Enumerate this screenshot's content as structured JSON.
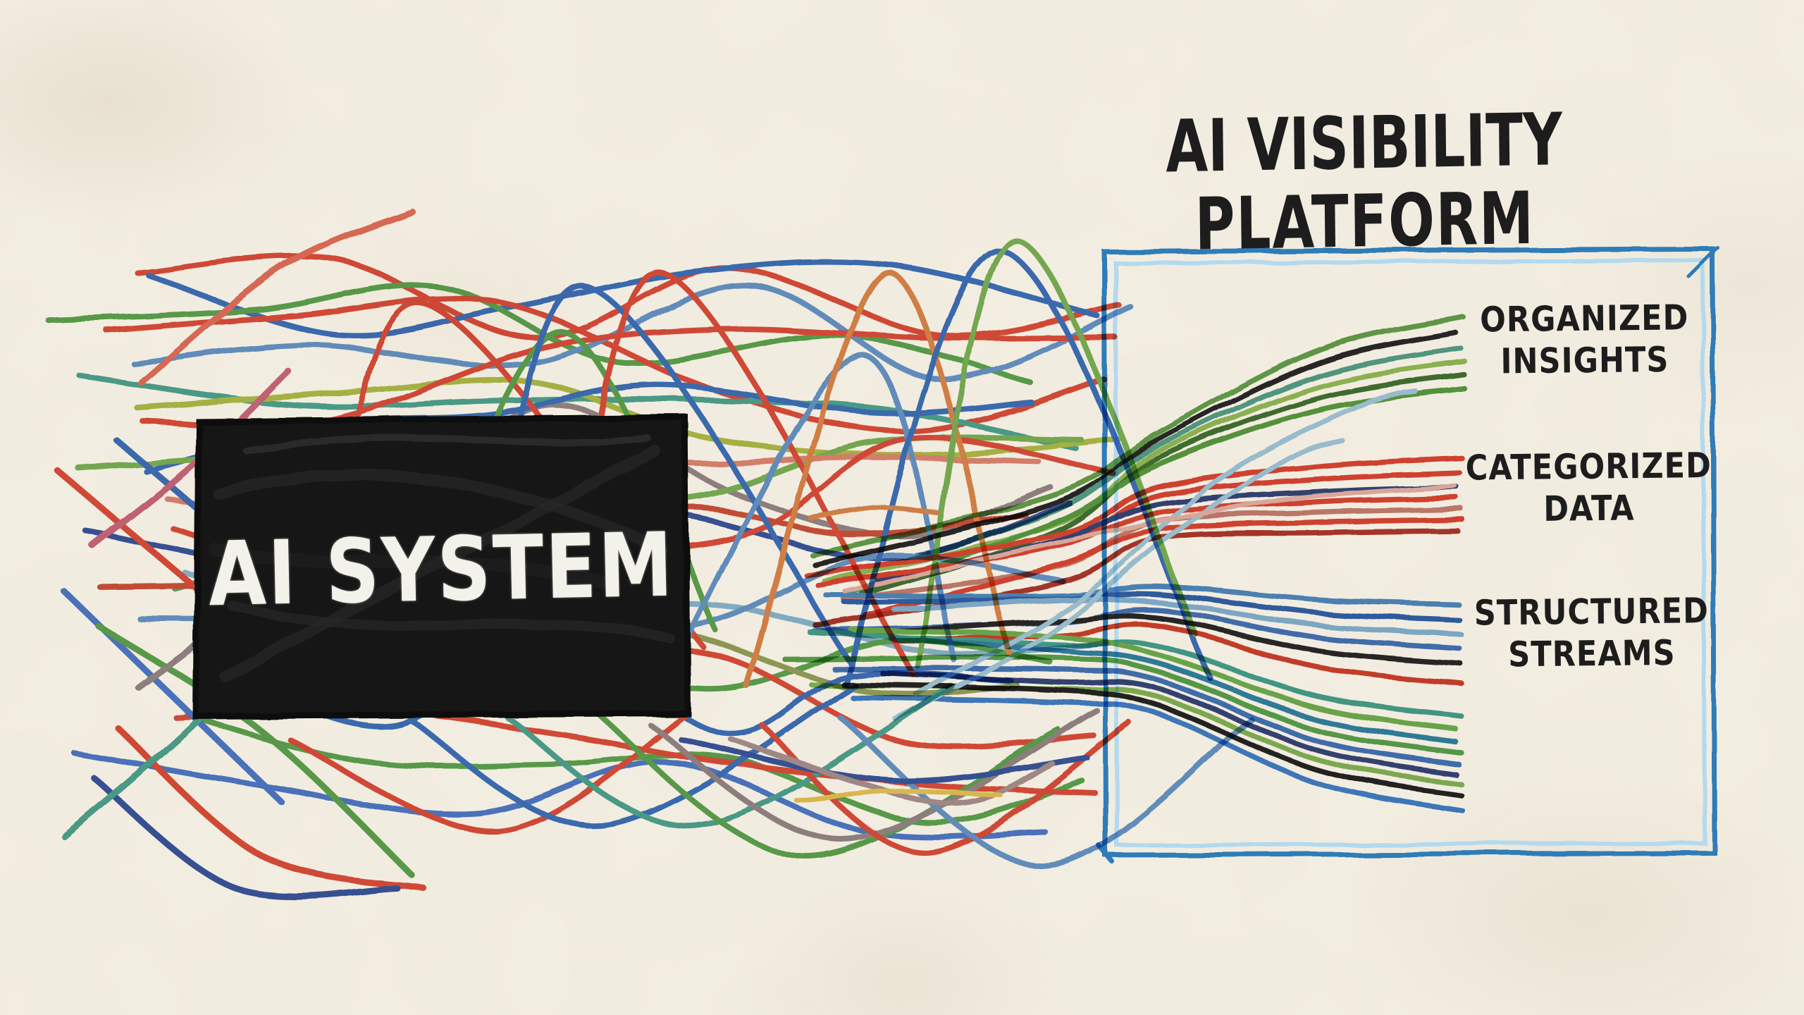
{
  "title": {
    "line1": "AI VISIBILITY",
    "line2": "PLATFORM"
  },
  "ai_system_box": {
    "label": "AI SYSTEM"
  },
  "platform_box": {
    "output_labels": [
      {
        "id": "organized-insights",
        "line1": "ORGANIZED",
        "line2": "INSIGHTS"
      },
      {
        "id": "categorized-data",
        "line1": "CATEGORIZED",
        "line2": "DATA"
      },
      {
        "id": "structured-streams",
        "line1": "STRUCTURED",
        "line2": "STREAMS"
      }
    ]
  },
  "palette": {
    "paper": "#f4efe3",
    "ink": "#1d1d1d",
    "box_fill": "#181818",
    "box_stroke": "#0a0a0a",
    "box_text": "#f3f2ea",
    "frame_blue": "#2e7cb8",
    "frame_blue_light": "#b3d9ef",
    "yellow": "#e3c14b",
    "orange": "#d97f3f",
    "pale_blue": "#9ec9e8",
    "pale_pink": "#e4b2ac"
  },
  "bundles": [
    {
      "name": "organized-insights",
      "colors": [
        "#5f9e48",
        "#232323",
        "#4f9e8c",
        "#8fbc56",
        "#3c6e2f",
        "#529a3e"
      ]
    },
    {
      "name": "categorized-data",
      "colors": [
        "#d9402f",
        "#d9402f",
        "#2f3f7a",
        "#d9402f",
        "#c27b72",
        "#d9402f",
        "#a93226"
      ]
    },
    {
      "name": "structured-streams",
      "colors": [
        "#4a86c8",
        "#2a5db0",
        "#7fb2dc",
        "#3d6fbe",
        "#232323",
        "#cc3a28"
      ]
    },
    {
      "name": "lower-streams",
      "colors": [
        "#3f9e8f",
        "#6aae4e",
        "#2a7fa8",
        "#53a04a",
        "#3d6fbe",
        "#2f3f7a",
        "#7fb356",
        "#1f1f1f",
        "#3a7bd0"
      ]
    }
  ],
  "tangle": {
    "horizontal_colors": [
      "#d9402f",
      "#2f66c0",
      "#4f9e45",
      "#d9402f",
      "#5a8fd0",
      "#3f9e8f",
      "#a8b93c",
      "#d9402f",
      "#8d7f85",
      "#2f66c0",
      "#6fae4e",
      "#dd7f6e",
      "#2a4a9e",
      "#d9402f",
      "#7fb3d8",
      "#4f9e45",
      "#c8452f",
      "#5a8fd0",
      "#8d9a52",
      "#d9402f",
      "#2f66c0",
      "#4f9e45",
      "#d9402f",
      "#3f6fd0"
    ],
    "arc_colors": [
      "#d9402f",
      "#4f9e45",
      "#2f66c0",
      "#d9402f",
      "#5a8fd0",
      "#d97f3f",
      "#2f66c0",
      "#6fae4e"
    ],
    "left_fan_colors": [
      "#e06552",
      "#2f66c0",
      "#d9402f",
      "#c75b7a",
      "#3f6fd0",
      "#4f9e45",
      "#8d7f85",
      "#d9402f",
      "#2a4a9e",
      "#3f9e8f"
    ],
    "dip_colors": [
      "#d9402f",
      "#2f66c0",
      "#3f9e8f",
      "#4f9e45",
      "#8d7f85",
      "#d9402f",
      "#5a8fd0",
      "#2a4a9e",
      "#a08a8f"
    ]
  }
}
